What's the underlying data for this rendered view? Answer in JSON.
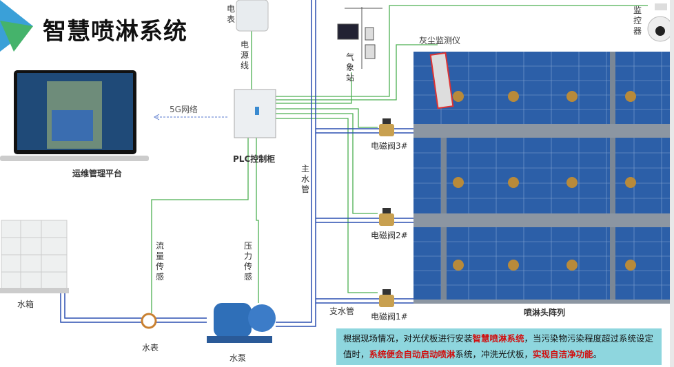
{
  "title": "智慧喷淋系统",
  "labels": {
    "platform": "运维管理平台",
    "network": "5G网络",
    "meter_elec": "电表",
    "power_line": "电源线",
    "plc": "PLC控制柜",
    "weather": "气象站",
    "dust": "灰尘监测仪",
    "camera": "监控器",
    "main_pipe": "主水管",
    "branch_pipe": "支水管",
    "valve3": "电磁阀3#",
    "valve2": "电磁阀2#",
    "valve1": "电磁阀1#",
    "sprinkler_array": "喷淋头阵列",
    "tank": "水箱",
    "water_meter": "水表",
    "flow_sensor": "流量传感",
    "pressure_sensor": "压力传感",
    "pump": "水泵"
  },
  "info": {
    "p1": "根据现场情况，对光伏板进行安装",
    "h1": "智慧喷淋系统",
    "p2": "，当污染物污染程度超过系统设定值时，",
    "h2": "系统便会自动启动喷淋",
    "p3": "系统，冲洗光伏板，",
    "h3": "实现自洁净功能",
    "p4": "。"
  },
  "colors": {
    "pipe": "#2a4fb0",
    "signal": "#4caf50",
    "info_bg": "#8ed6de",
    "highlight": "#d10f0f"
  }
}
